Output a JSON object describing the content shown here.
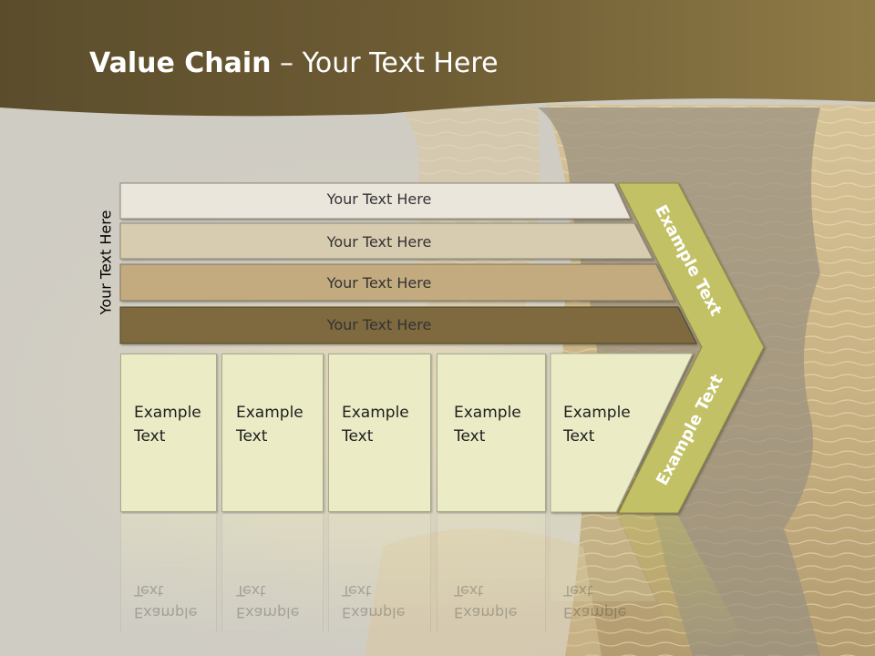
{
  "title": {
    "bold": "Value Chain",
    "rest": " – Your Text Here"
  },
  "side_label": "Your Text Here",
  "bars": [
    {
      "label": "Your Text Here",
      "color": "#ebe6dc"
    },
    {
      "label": "Your Text Here",
      "color": "#d8ccb0"
    },
    {
      "label": "Your Text Here",
      "color": "#c4ab7f"
    },
    {
      "label": "Your Text Here",
      "color": "#7f6a40"
    }
  ],
  "boxes": [
    {
      "line1": "Example",
      "line2": "Text"
    },
    {
      "line1": "Example",
      "line2": "Text"
    },
    {
      "line1": "Example",
      "line2": "Text"
    },
    {
      "line1": "Example",
      "line2": "Text"
    },
    {
      "line1": "Example",
      "line2": "Text"
    }
  ],
  "chevron": {
    "upper_label": "Example Text",
    "lower_label": "Example Text",
    "color": "#c3c165"
  },
  "colors": {
    "header_band": "#6b5a33",
    "box_fill": "#ebecc6",
    "background": "#cfccc4"
  }
}
